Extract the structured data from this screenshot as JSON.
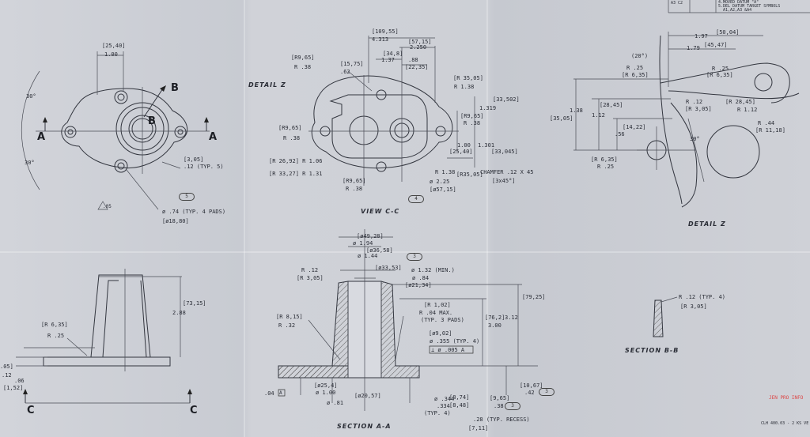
{
  "title_block": {
    "rev_codes": "A3\nC2",
    "line1": "4.MOVED DATUM \"A\"",
    "line2": "5.DEL DATUM TARGET SYMBOLS",
    "line3": "A1,A2,A3 &A4"
  },
  "top_left": {
    "dim_top_b": "[25,40]",
    "dim_top": "1.00",
    "angle_top": "30°",
    "angle_bot": "30°",
    "label_a_left": "A",
    "label_a_right": "A",
    "label_b_top": "B",
    "label_b_mid": "B",
    "dim_r_b": "[3,05]",
    "dim_r": ".12 (TYP. 5)",
    "bubble5": "5",
    "flat_sym": ".05",
    "dia_pads": "ø .74 (TYP. 4 PADS)",
    "dia_pads_b": "[ø18,80]"
  },
  "view_cc": {
    "detail_z": "DETAIL Z",
    "d_109": "[109,55]",
    "d_4313": "4.313",
    "d_5715": "[57,15]",
    "d_2250": "2.250",
    "d_348": "[34,8]",
    "d_137": "1.37",
    "d_88": ".88",
    "d_2235": "[22,35]",
    "d_1575": "[15,75]",
    "d_62": ".62",
    "r965a_b": "[R9,65]",
    "r965a": "R .38",
    "r965b_b": "[R9,65]",
    "r965b": "R .38",
    "r3505_b": "[R 35,05]",
    "r3505": "R 1.38",
    "d33502": "[33,502]",
    "d1319": "1.319",
    "r965c_b": "[R9,65]",
    "r965c": "R .38",
    "d2540": "[25,40]",
    "d100": "1.00",
    "d1301": "1.301",
    "d33045": "[33,045]",
    "r2692": "[R 26,92] R 1.06",
    "r3327": "[R 33,27] R 1.31",
    "r965d_b": "[R9,65]",
    "r965d": "R .38",
    "r138": "R 1.38",
    "r3505c": "[R35,05]",
    "chamfer": "CHAMFER .12 X 45",
    "chamfer_b": "[3x45°]",
    "dia225": "ø 2.25",
    "dia5715": "[ø57,15]",
    "bubble4": "4",
    "title": "VIEW C-C"
  },
  "detail_z": {
    "d5004": "[50,04]",
    "d197": "1.97",
    "d4547": "[45,47]",
    "d179": "1.79",
    "ang20": "(20°)",
    "r25a": "R .25",
    "r635a": "[R 6,35]",
    "r25b": "R .25",
    "r635b": "[R 6,35]",
    "d3505": "[35,05]",
    "d138": "1.38",
    "d2845": "[28,45]",
    "d112": "1.12",
    "d1422": "[14,22]",
    "d56": ".56",
    "r12": "R .12",
    "r305": "[R 3,05]",
    "r2845": "[R 28,45]",
    "r112": "R 1.12",
    "r44": "R .44",
    "r1118": "[R 11,18]",
    "ang30": "30°",
    "r635c": "[R 6,35]",
    "r25c": "R .25",
    "title": "DETAIL Z"
  },
  "side_view": {
    "d7315": "[73,15]",
    "d288": "2.88",
    "r635": "[R 6,35]",
    "r25": "R .25",
    "d05": ".05]",
    "d12": ".12",
    "d06": ".06",
    "d152": "[1,52]",
    "label_c_left": "C",
    "label_c_right": "C"
  },
  "section_aa": {
    "d4928": "[ø49,28]",
    "d194": "ø 1.94",
    "d3658": "[ø36,58]",
    "d144": "ø 1.44",
    "bubble3a": "3",
    "r12": "R .12",
    "r305": "[R 3,05]",
    "d3353": "[ø33,53]",
    "d132": "ø 1.32 (MIN.)",
    "d84": "ø .84",
    "d2134": "[ø21,34]",
    "r815": "[R 8,15]",
    "r32": "R .32",
    "r102": "[R 1,02]",
    "r04": "R .04 MAX.",
    "typ3": "(TYP. 3 PADS)",
    "d902": "[ø9,02]",
    "d355": "ø .355 (TYP. 4)",
    "perp": "⊥ ø .005 A",
    "d7925": "[79,25]",
    "d762": "[76,2]",
    "d312": "3.12",
    "d300": "3.00",
    "d2541": "[ø25,4]",
    "d100": "ø 1.00",
    "d81": "ø .81",
    "d2057": "[ø20,57]",
    "d04": ".04",
    "datum_a": "A",
    "d344": "ø .344",
    "d334": ".334",
    "d874": "[8,74]",
    "d848": "[8,48]",
    "typ4": "(TYP. 4)",
    "d965": "[9,65]",
    "d38": ".38",
    "d1067": "[10,67]",
    "d42": ".42",
    "bubble3b": "3",
    "bubble3c": "3",
    "d28": ".28 (TYP. RECESS)",
    "d711": "[7,11]",
    "title": "SECTION A-A"
  },
  "section_bb": {
    "r12": "R .12 (TYP. 4)",
    "r305": "[R 3,05]",
    "title": "SECTION B-B"
  },
  "footer": {
    "stamp": "JEN PRO INFO",
    "drawing_no": "CLH 400.03 - 2 KS VE"
  }
}
